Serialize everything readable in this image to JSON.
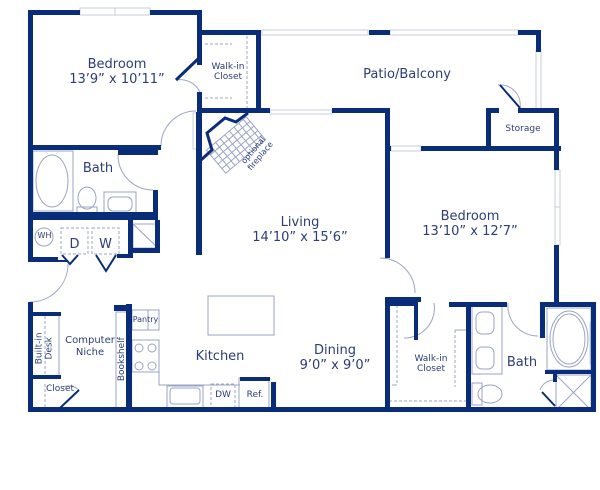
{
  "floorplan": {
    "colors": {
      "wall": "#0a2d7a",
      "text": "#2c3e75",
      "fixture": "#9aa4c4",
      "window": "#c8cede",
      "background": "#ffffff"
    },
    "rooms": {
      "bedroom1": {
        "name": "Bedroom",
        "dims": "13’9” x 10’11”"
      },
      "walkin1": {
        "name": "Walk-in",
        "name2": "Closet"
      },
      "patio": {
        "name": "Patio/Balcony"
      },
      "storage": {
        "name": "Storage"
      },
      "bath1": {
        "name": "Bath"
      },
      "fireplace": {
        "line1": "optional",
        "line2": "fireplace"
      },
      "living": {
        "name": "Living",
        "dims": "14’10” x 15’6”"
      },
      "bedroom2": {
        "name": "Bedroom",
        "dims": "13’10” x 12’7”"
      },
      "laundry": {
        "wh": "WH",
        "dryer": "D",
        "washer": "W"
      },
      "desk": {
        "line1": "Built-in",
        "line2": "Desk"
      },
      "niche": {
        "line1": "Computer",
        "line2": "Niche"
      },
      "closet": {
        "name": "Closet"
      },
      "bookshelf": {
        "name": "Bookshelf"
      },
      "pantry": {
        "name": "Pantry"
      },
      "kitchen": {
        "name": "Kitchen"
      },
      "dw": {
        "name": "DW"
      },
      "ref": {
        "name": "Ref."
      },
      "dining": {
        "name": "Dining",
        "dims": "9’0” x 9’0”"
      },
      "walkin2": {
        "name": "Walk-in",
        "name2": "Closet"
      },
      "bath2": {
        "name": "Bath"
      }
    }
  }
}
